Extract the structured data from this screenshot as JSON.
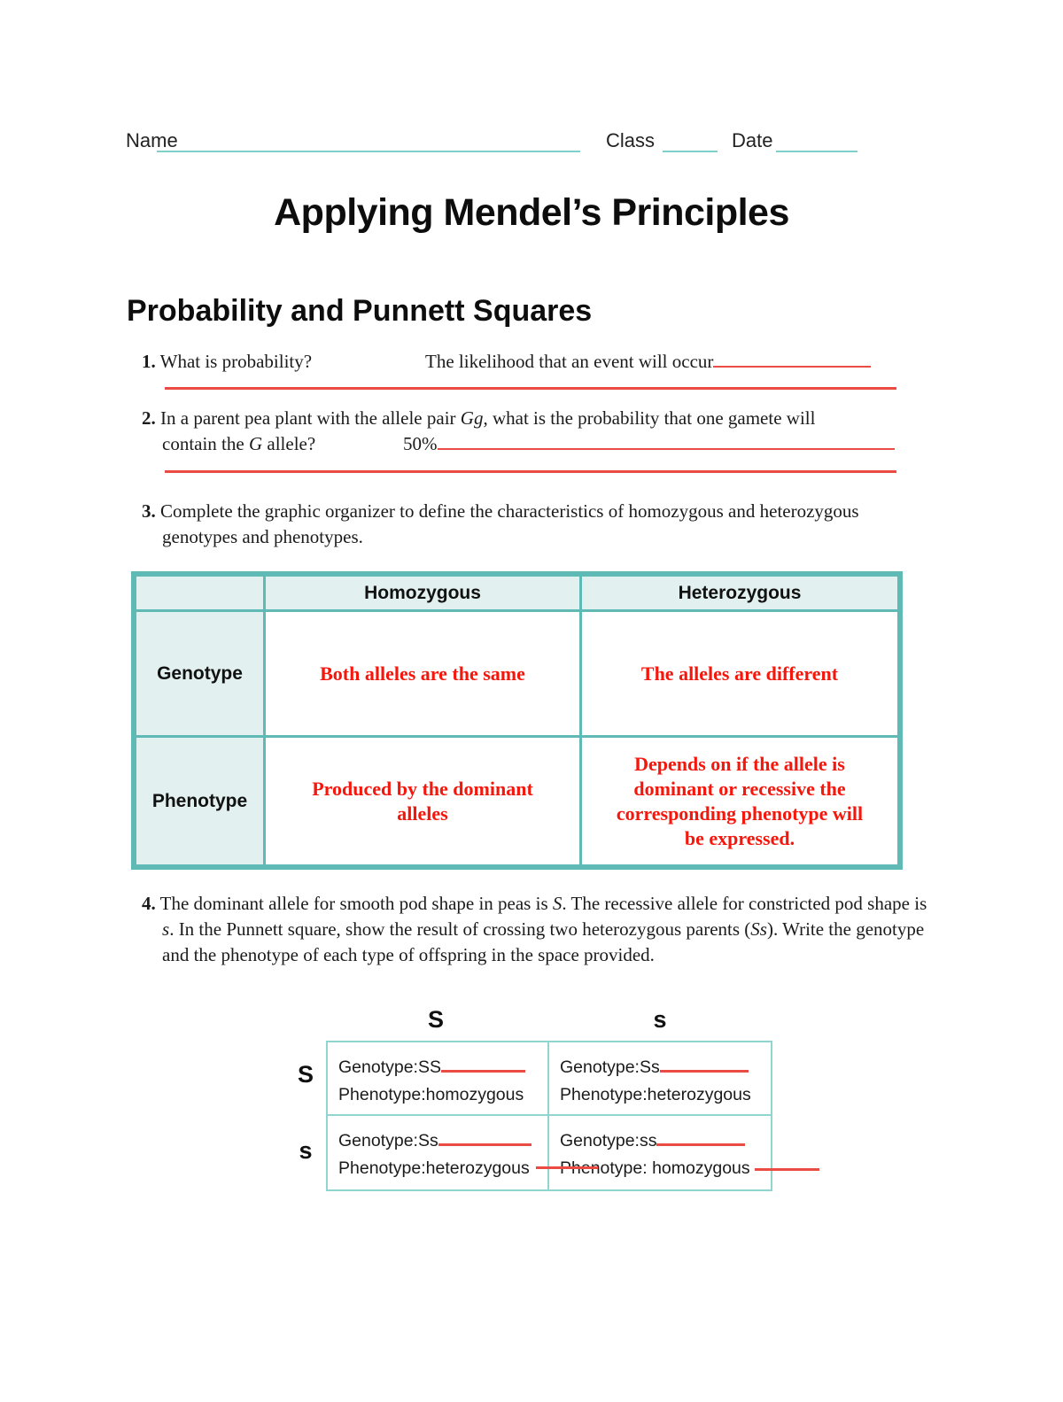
{
  "header": {
    "name_label": "Name",
    "class_label": "Class",
    "date_label": "Date"
  },
  "title": "Applying Mendel’s Principles",
  "section_heading": "Probability and Punnett Squares",
  "q1": {
    "number": "1.",
    "question": "What is probability?",
    "answer": "The likelihood that an event will occur"
  },
  "q2": {
    "number": "2.",
    "line1_pre": "In a parent pea plant with the allele pair ",
    "line1_gene": "Gg",
    "line1_post": ", what is the probability that one gamete will",
    "line2_pre": "contain the ",
    "line2_gene": "G",
    "line2_post": " allele?",
    "answer": "50%"
  },
  "q3": {
    "number": "3.",
    "text": "Complete the graphic organizer to define the characteristics of homozygous and heterozygous genotypes and phenotypes."
  },
  "organizer": {
    "col_headers": [
      "Homozygous",
      "Heterozygous"
    ],
    "row_labels": [
      "Genotype",
      "Phenotype"
    ],
    "cells": {
      "genotype_homozygous": "Both alleles are the same",
      "genotype_heterozygous": "The alleles are different",
      "phenotype_homozygous": "Produced by the dominant alleles",
      "phenotype_heterozygous": "Depends on if the allele is dominant or recessive the corresponding phenotype will be expressed."
    }
  },
  "q4": {
    "number": "4.",
    "seg1": "The dominant allele for smooth pod shape in peas is ",
    "gene1": "S",
    "seg2": ". The recessive allele for constricted pod shape is ",
    "gene2": "s",
    "seg3": ". In the Punnett square, show the result of crossing two heterozygous parents (",
    "gene3": "Ss",
    "seg4": "). Write the genotype and the phenotype of each type of offspring in the space provided."
  },
  "punnett": {
    "col_headers": [
      "S",
      "s"
    ],
    "row_headers": [
      "S",
      "s"
    ],
    "genotype_label": "Genotype:",
    "phenotype_label": "Phenotype:",
    "cells": [
      {
        "genotype": "SS",
        "phenotype": "homozygous"
      },
      {
        "genotype": "Ss",
        "phenotype": "heterozygous"
      },
      {
        "genotype": "Ss",
        "phenotype": "heterozygous"
      },
      {
        "genotype": "ss",
        "phenotype": " homozygous"
      }
    ]
  },
  "colors": {
    "answer_red_text": "#f5160c",
    "answer_red_line": "#ea4c44",
    "organizer_border_teal": "#5fbab6",
    "organizer_fill_teal": "#e2f1f0",
    "punnett_border_teal": "#8fd6d0",
    "header_blank_teal": "#7ed1cb"
  }
}
